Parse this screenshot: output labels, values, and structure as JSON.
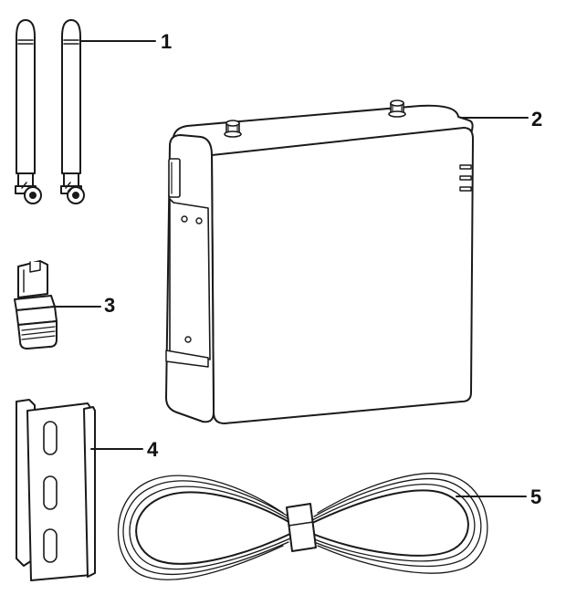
{
  "callouts": {
    "c1": "1",
    "c2": "2",
    "c3": "3",
    "c4": "4",
    "c5": "5"
  },
  "components": [
    {
      "id": 1,
      "icon": "antenna-pair-icon"
    },
    {
      "id": 2,
      "icon": "device-box-icon"
    },
    {
      "id": 3,
      "icon": "rj45-connector-icon"
    },
    {
      "id": 4,
      "icon": "din-rail-icon"
    },
    {
      "id": 5,
      "icon": "coiled-cable-icon"
    }
  ],
  "colors": {
    "stroke": "#1a1a1a",
    "fill": "#ffffff"
  }
}
